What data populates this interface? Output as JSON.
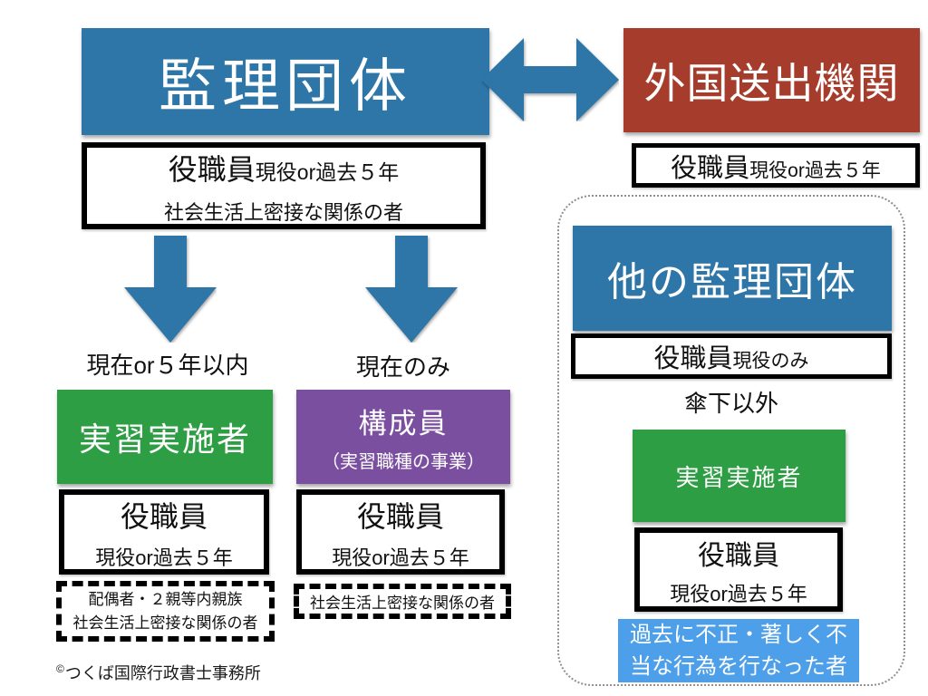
{
  "colors": {
    "blue": "#2E76A8",
    "red": "#A63D2C",
    "green": "#2E9E44",
    "purple": "#7B4FA0",
    "light_blue": "#4C9FE8",
    "dot_gray": "#8F8F8F"
  },
  "nodes": {
    "kanri_dantai": {
      "label": "監理団体"
    },
    "foreign_sending": {
      "label": "外国送出機関"
    },
    "kanri_staff": {
      "title": "役職員",
      "period": "現役or過去５年",
      "related": "社会生活上密接な関係の者"
    },
    "sending_staff": {
      "title": "役職員",
      "period": "現役or過去５年"
    },
    "left_branch": {
      "condition": "現在or５年以内",
      "entity": "実習実施者",
      "staff_title": "役職員",
      "staff_period": "現役or過去５年",
      "related_line1": "配偶者・２親等内親族",
      "related_line2": "社会生活上密接な関係の者"
    },
    "right_branch": {
      "condition": "現在のみ",
      "entity": "構成員",
      "entity_note": "（実習職種の事業）",
      "staff_title": "役職員",
      "staff_period": "現役or過去５年",
      "related": "社会生活上密接な関係の者"
    },
    "other_kanri_panel": {
      "title": "他の監理団体",
      "staff_title": "役職員",
      "staff_period": "現役のみ",
      "scope_note": "傘下以外",
      "entity": "実習実施者",
      "staff2_title": "役職員",
      "staff2_period": "現役or過去５年",
      "warning_line1": "過去に不正・著しく不",
      "warning_line2": "当な行為を行なった者"
    }
  },
  "footer": {
    "symbol": "©",
    "text": "つくば国際行政書士事務所"
  }
}
